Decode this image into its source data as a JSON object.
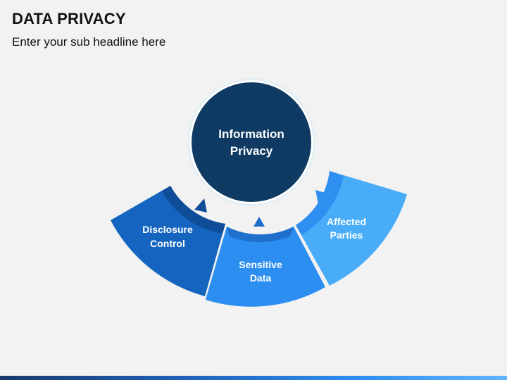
{
  "header": {
    "title": "DATA PRIVACY",
    "subtitle": "Enter your sub headline here"
  },
  "diagram": {
    "center": {
      "line1": "Information",
      "line2": "Privacy"
    },
    "segments": [
      {
        "line1": "Disclosure",
        "line2": "Control"
      },
      {
        "line1": "Sensitive",
        "line2": "Data"
      },
      {
        "line1": "Affected",
        "line2": "Parties"
      }
    ]
  },
  "colors": {
    "background": "#f2f2f2",
    "center_circle": "#0e3a63",
    "disclosure_segment": "#1565c0",
    "sensitive_segment": "#2b8ef0",
    "affected_segment": "#48acf8"
  }
}
